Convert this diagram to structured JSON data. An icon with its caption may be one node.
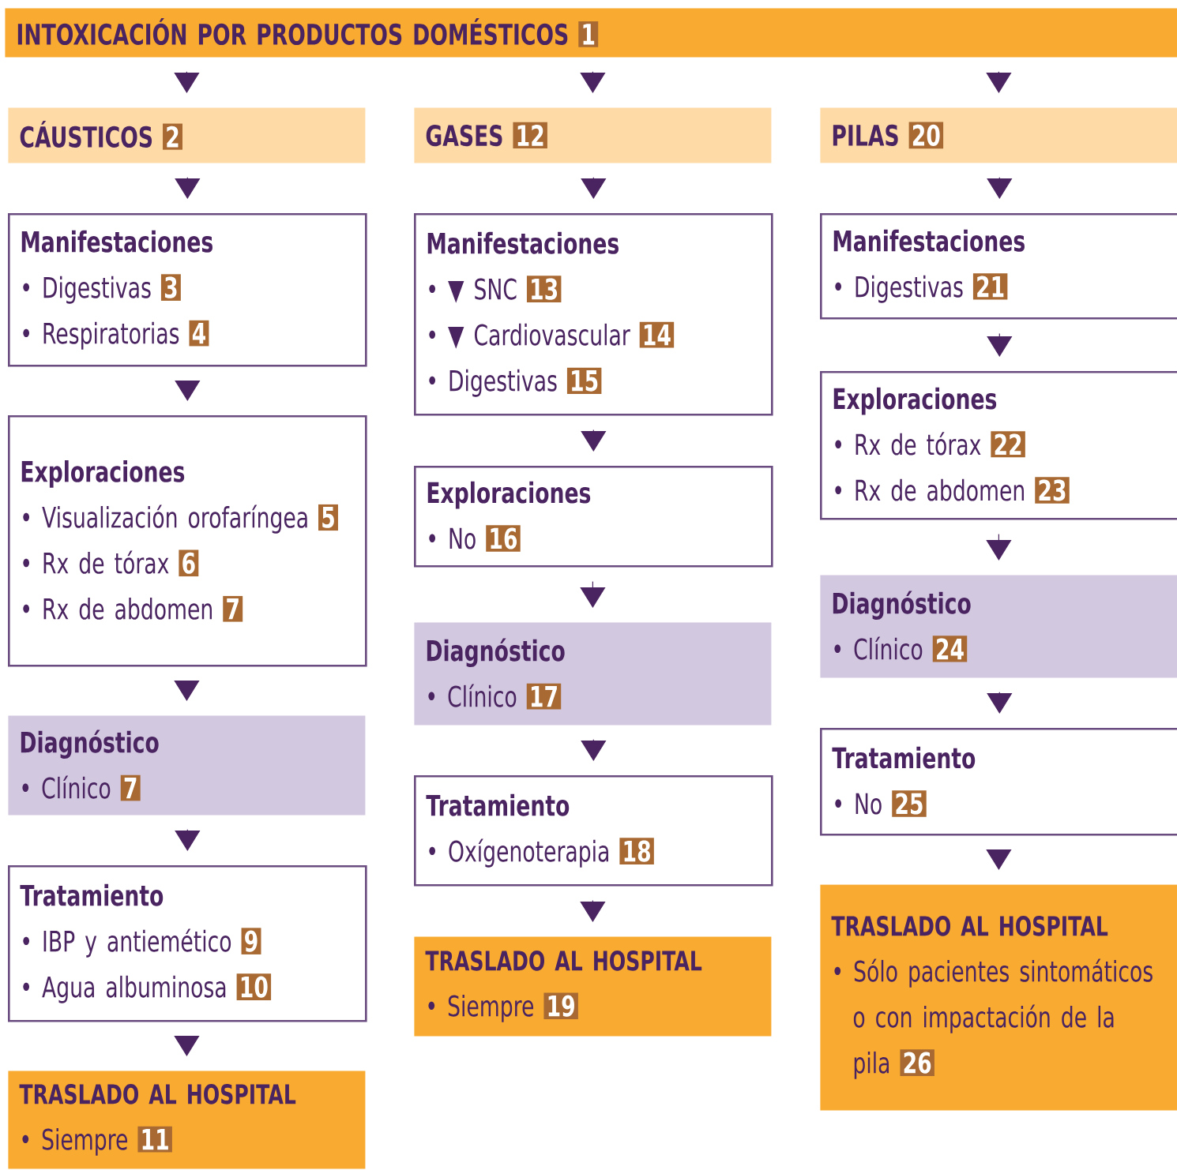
{
  "diagram": {
    "nodes": [
      {
        "text": [
          "INTOXICACIÓN POR PRODUCTOS DOMÉSTICOS",
          "1"
        ]
      },
      {
        "text": [
          "CÁUSTICOS",
          "2"
        ]
      },
      {
        "text": [
          "GASES",
          "12"
        ]
      },
      {
        "text": [
          "PILAS",
          "20"
        ]
      },
      {
        "text": [
          "Manifestaciones",
          "• Digestivas",
          "3",
          "• Respiratorias",
          "4"
        ]
      },
      {
        "text": [
          "Exploraciones",
          "• Visualización orofaríngea",
          "5",
          "• Rx de tórax",
          "6",
          "• Rx de abdomen",
          "7"
        ]
      },
      {
        "text": [
          "Diagnóstico",
          "• Clínico",
          "7"
        ]
      },
      {
        "text": [
          "Tratamiento",
          "• IBP y antiemético",
          "9",
          "• Agua albuminosa",
          "10"
        ]
      },
      {
        "text": [
          "TRASLADO AL HOSPITAL",
          "• Siempre",
          "11"
        ]
      },
      {
        "text": [
          "Manifestaciones",
          "• ▼ SNC",
          "13",
          "• ▼ Cardiovascular",
          "14",
          "• Digestivas",
          "15"
        ]
      },
      {
        "text": [
          "Exploraciones",
          "• No",
          "16"
        ]
      },
      {
        "text": [
          "Diagnóstico",
          "• Clínico",
          "17"
        ]
      },
      {
        "text": [
          "Tratamiento",
          "• Oxígenoterapia",
          "18"
        ]
      },
      {
        "text": [
          "TRASLADO AL HOSPITAL",
          "• Siempre",
          "19"
        ]
      },
      {
        "text": [
          "Manifestaciones",
          "• Digestivas",
          "21"
        ]
      },
      {
        "text": [
          "Exploraciones",
          "• Rx de tórax",
          "22",
          "• Rx de abdomen",
          "23"
        ]
      },
      {
        "text": [
          "Diagnóstico",
          "• Clínico",
          "24"
        ]
      },
      {
        "text": [
          "Tratamiento",
          "• No",
          "25"
        ]
      },
      {
        "text": [
          "TRASLADO AL HOSPITAL",
          "• Sólo pacientes sintomáticos o con impactación de la pila",
          "26"
        ]
      }
    ],
    "edges": [
      {
        "from": 0,
        "to": 1,
        "arrow": "to"
      },
      {
        "from": 0,
        "to": 2,
        "arrow": "to"
      },
      {
        "from": 0,
        "to": 3,
        "arrow": "to"
      },
      {
        "from": 1,
        "to": 4,
        "arrow": "to"
      },
      {
        "from": 4,
        "to": 5,
        "arrow": "to"
      },
      {
        "from": 5,
        "to": 6,
        "arrow": "to"
      },
      {
        "from": 6,
        "to": 7,
        "arrow": "to"
      },
      {
        "from": 7,
        "to": 8,
        "arrow": "to"
      },
      {
        "from": 2,
        "to": 9,
        "arrow": "to"
      },
      {
        "from": 9,
        "to": 10,
        "arrow": "to"
      },
      {
        "from": 10,
        "to": 11,
        "arrow": "to"
      },
      {
        "from": 11,
        "to": 12,
        "arrow": "to"
      },
      {
        "from": 12,
        "to": 13,
        "arrow": "to"
      },
      {
        "from": 3,
        "to": 14,
        "arrow": "to"
      },
      {
        "from": 14,
        "to": 15,
        "arrow": "to"
      },
      {
        "from": 15,
        "to": 16,
        "arrow": "to"
      },
      {
        "from": 16,
        "to": 17,
        "arrow": "to"
      },
      {
        "from": 17,
        "to": 18,
        "arrow": "to"
      }
    ]
  }
}
